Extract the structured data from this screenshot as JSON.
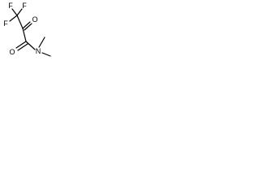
{
  "molecule": {
    "atoms": {
      "fluorine_top_left": "F",
      "fluorine_top_right": "F",
      "fluorine_left": "F",
      "carbonyl_oxygen_upper": "O",
      "carbonyl_oxygen_lower": "O",
      "amide_nitrogen": "N"
    }
  }
}
